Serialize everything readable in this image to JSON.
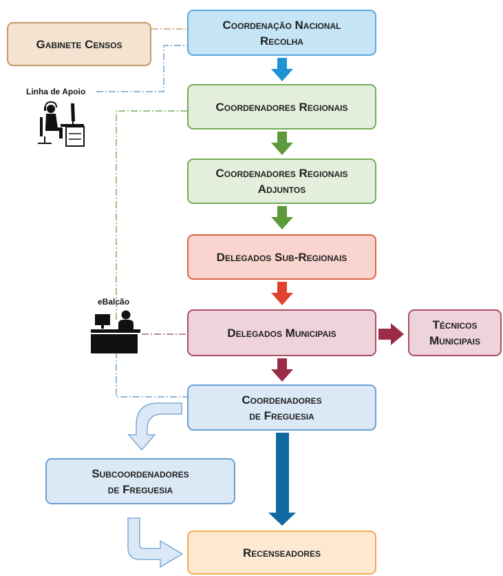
{
  "nodes": {
    "gabinete": "Gabinete Censos",
    "coord_nacional": "Coordenação Nacional\nRecolha",
    "coord_regionais": "Coordenadores Regionais",
    "coord_regionais_adjuntos": "Coordenadores Regionais\nAdjuntos",
    "delegados_subregionais": "Delegados Sub-Regionais",
    "delegados_municipais": "Delegados Municipais",
    "tecnicos_municipais": "Técnicos\nMunicipais",
    "coord_freguesia": "Coordenadores\nde Freguesia",
    "subcoord_freguesia": "Subcoordenadores\nde Freguesia",
    "recenseadores": "Recenseadores"
  },
  "labels": {
    "linha_apoio": "Linha de Apoio",
    "ebalcao": "eBalcão"
  },
  "icons": {
    "linha_apoio": "call-center-operator-icon",
    "ebalcao": "service-counter-icon"
  },
  "colors": {
    "blue_fill": "#c5e4f5",
    "blue_border": "#5aa8d8",
    "green_fill": "#e3efdc",
    "green_border": "#74ac57",
    "red_fill": "#fad5cf",
    "red_border": "#e0604c",
    "maroon_fill": "#eed3da",
    "maroon_border": "#a94d62",
    "lightblue_fill": "#dbe9f6",
    "lightblue_border": "#6a9fce",
    "orange_fill": "#fde9d2",
    "orange_border": "#f5a94e",
    "tan_fill": "#f3e3d0",
    "tan_border": "#c19a68"
  }
}
